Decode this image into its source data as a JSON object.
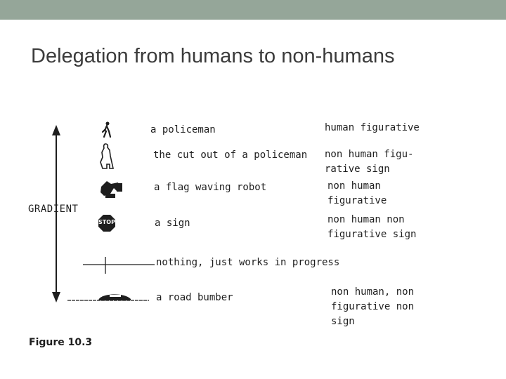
{
  "slide": {
    "title": "Delegation from humans to non-humans",
    "top_band_color": "#95a699"
  },
  "figure": {
    "axis_label": "GRADIENT",
    "caption": "Figure 10.3",
    "items": [
      {
        "icon": "policeman-icon",
        "label": "a policeman",
        "type_lines": [
          "human figurative"
        ]
      },
      {
        "icon": "policeman-cutout-icon",
        "label": "the cut out of a policeman",
        "type_lines": [
          "non human figu-",
          "rative sign"
        ]
      },
      {
        "icon": "flag-robot-icon",
        "label": "a flag waving robot",
        "type_lines": [
          "non human",
          "figurative"
        ]
      },
      {
        "icon": "stop-sign-icon",
        "icon_text": "STOP",
        "label": "a sign",
        "type_lines": [
          "non human non",
          "figurative sign"
        ]
      },
      {
        "icon": "road-works-icon",
        "label": "nothing, just works in progress",
        "type_lines": []
      },
      {
        "icon": "speed-bump-icon",
        "label": "a road bumber",
        "type_lines": [
          "non human, non",
          "figurative non",
          "sign"
        ]
      }
    ]
  }
}
